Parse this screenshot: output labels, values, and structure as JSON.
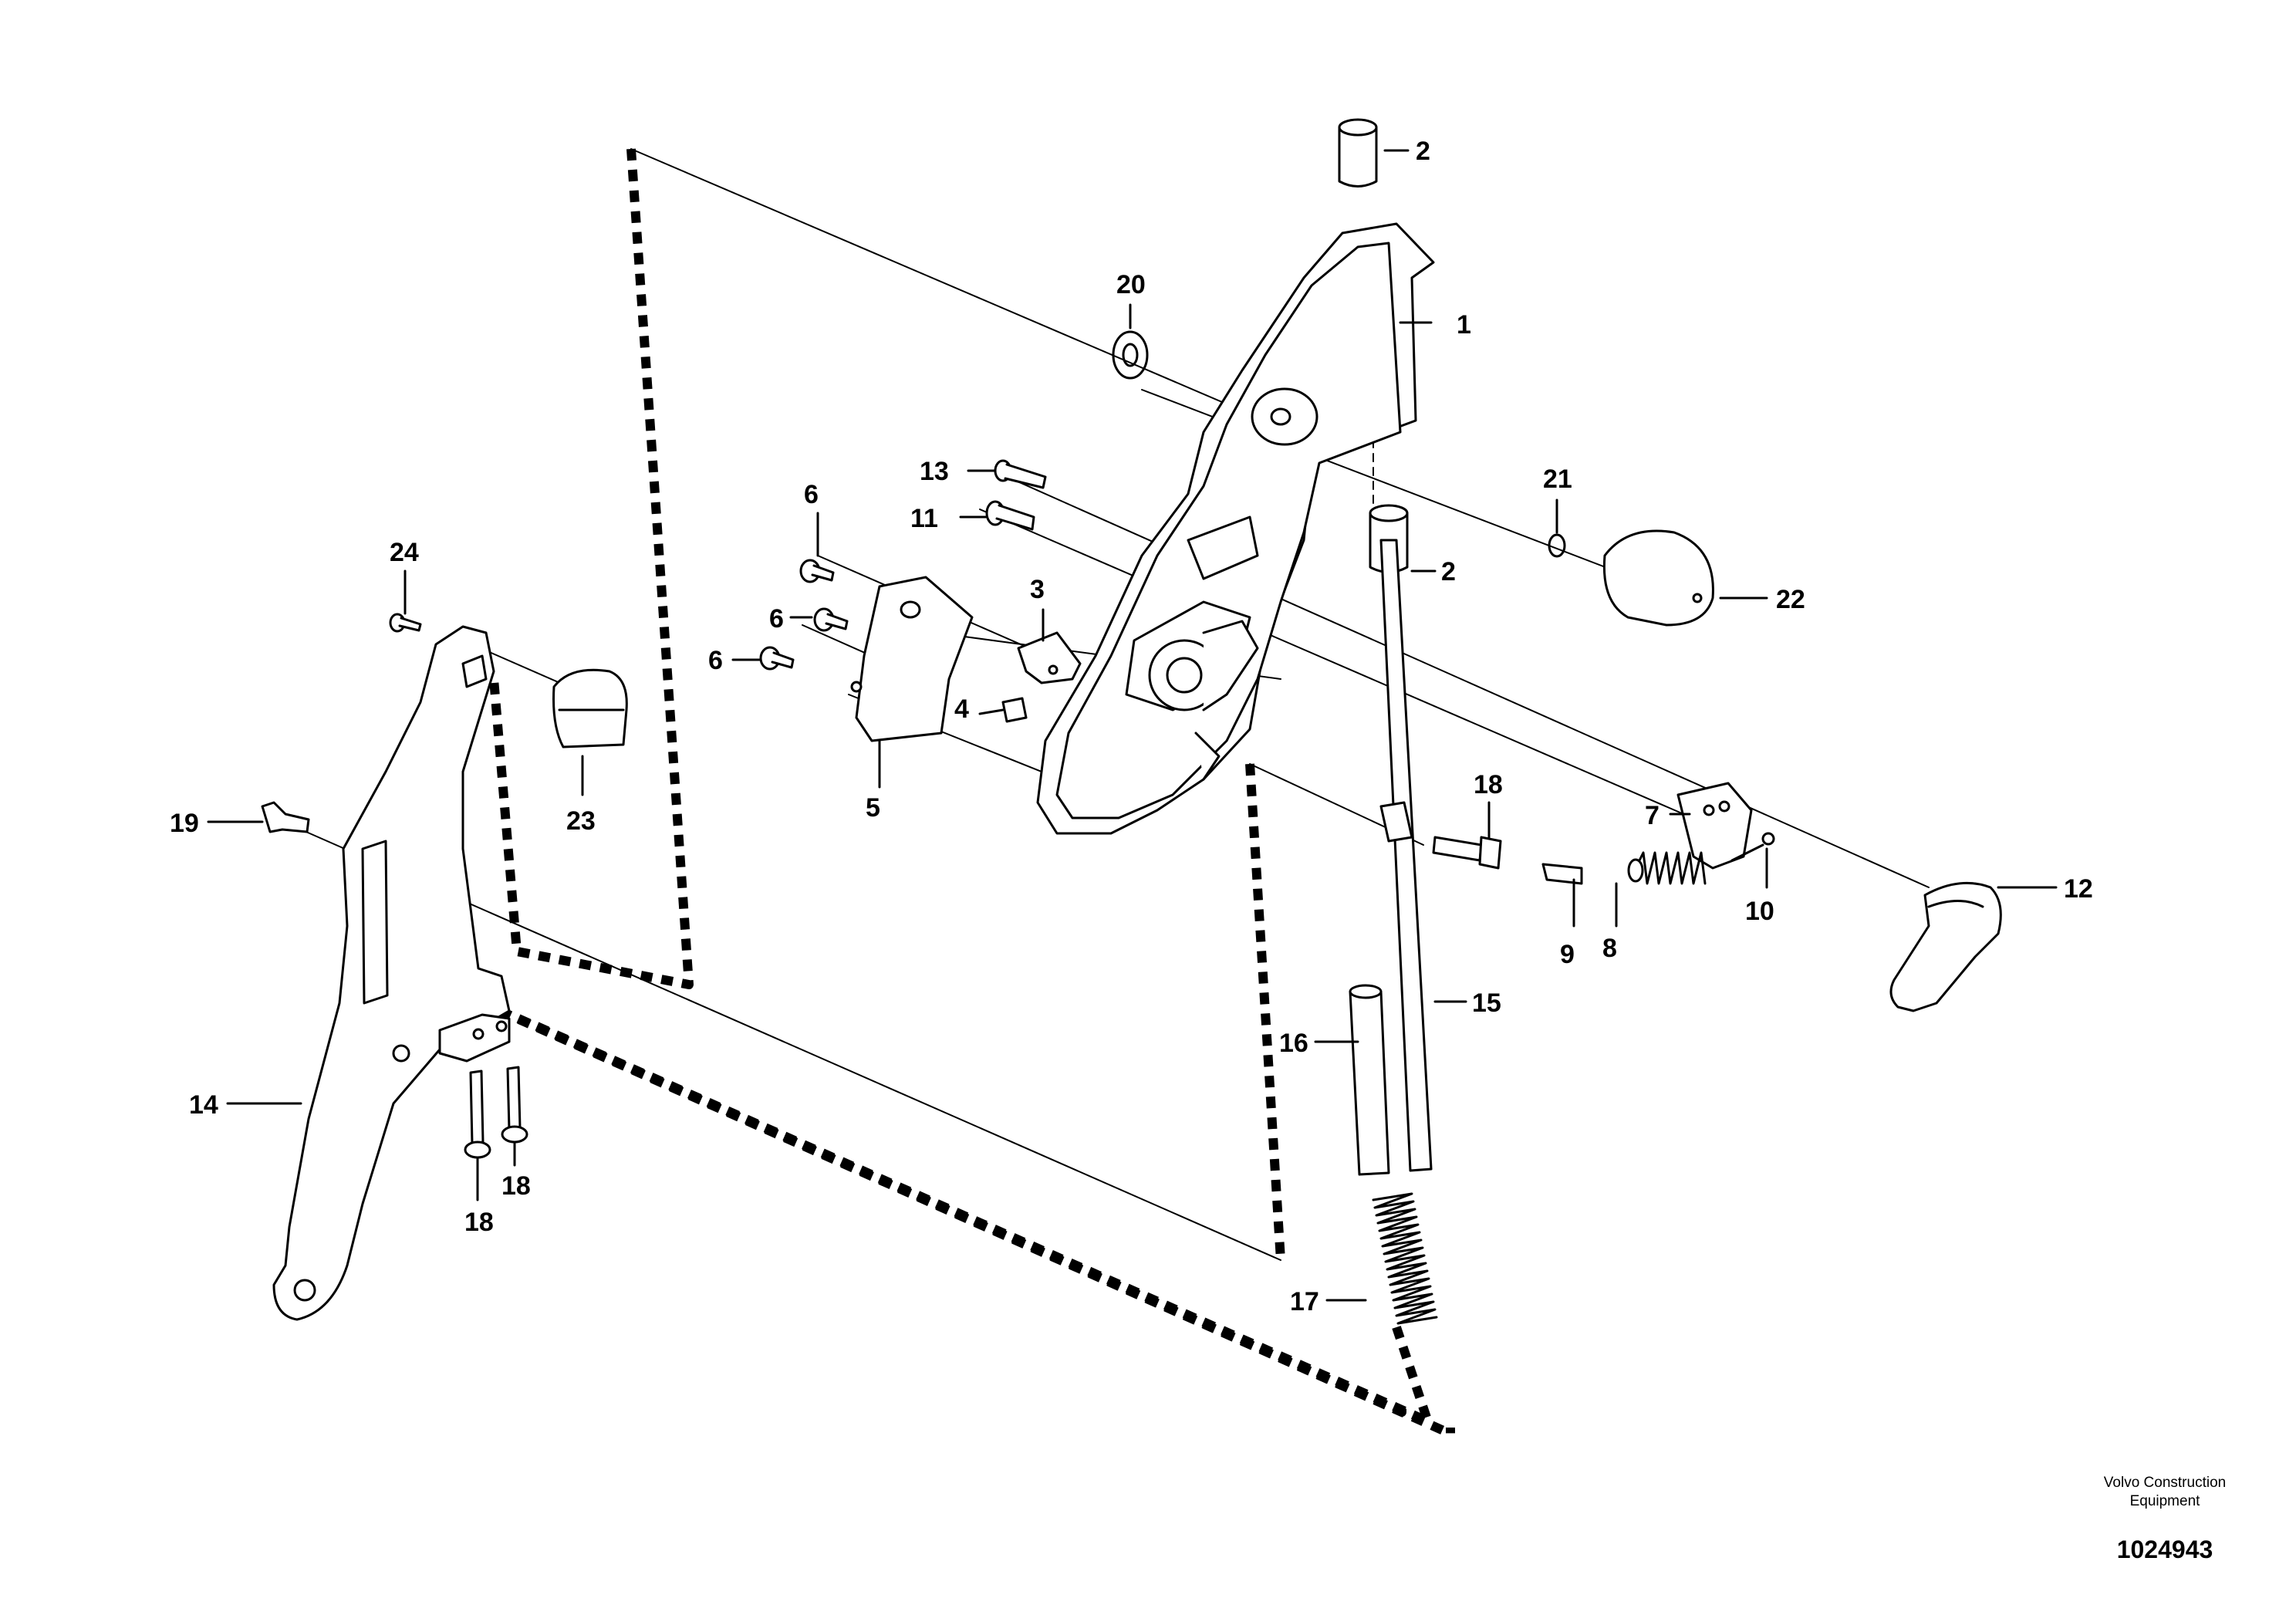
{
  "callouts": [
    "1",
    "2",
    "2",
    "3",
    "4",
    "5",
    "6",
    "6",
    "6",
    "7",
    "8",
    "9",
    "10",
    "11",
    "12",
    "13",
    "14",
    "15",
    "16",
    "17",
    "18",
    "18",
    "18",
    "19",
    "20",
    "21",
    "22",
    "23",
    "24"
  ],
  "footer": {
    "brand": "Volvo Construction Equipment",
    "drawing_number": "1024943"
  },
  "colors": {
    "ink": "#000000",
    "paper": "#ffffff",
    "part_fill": "#ffffff"
  }
}
